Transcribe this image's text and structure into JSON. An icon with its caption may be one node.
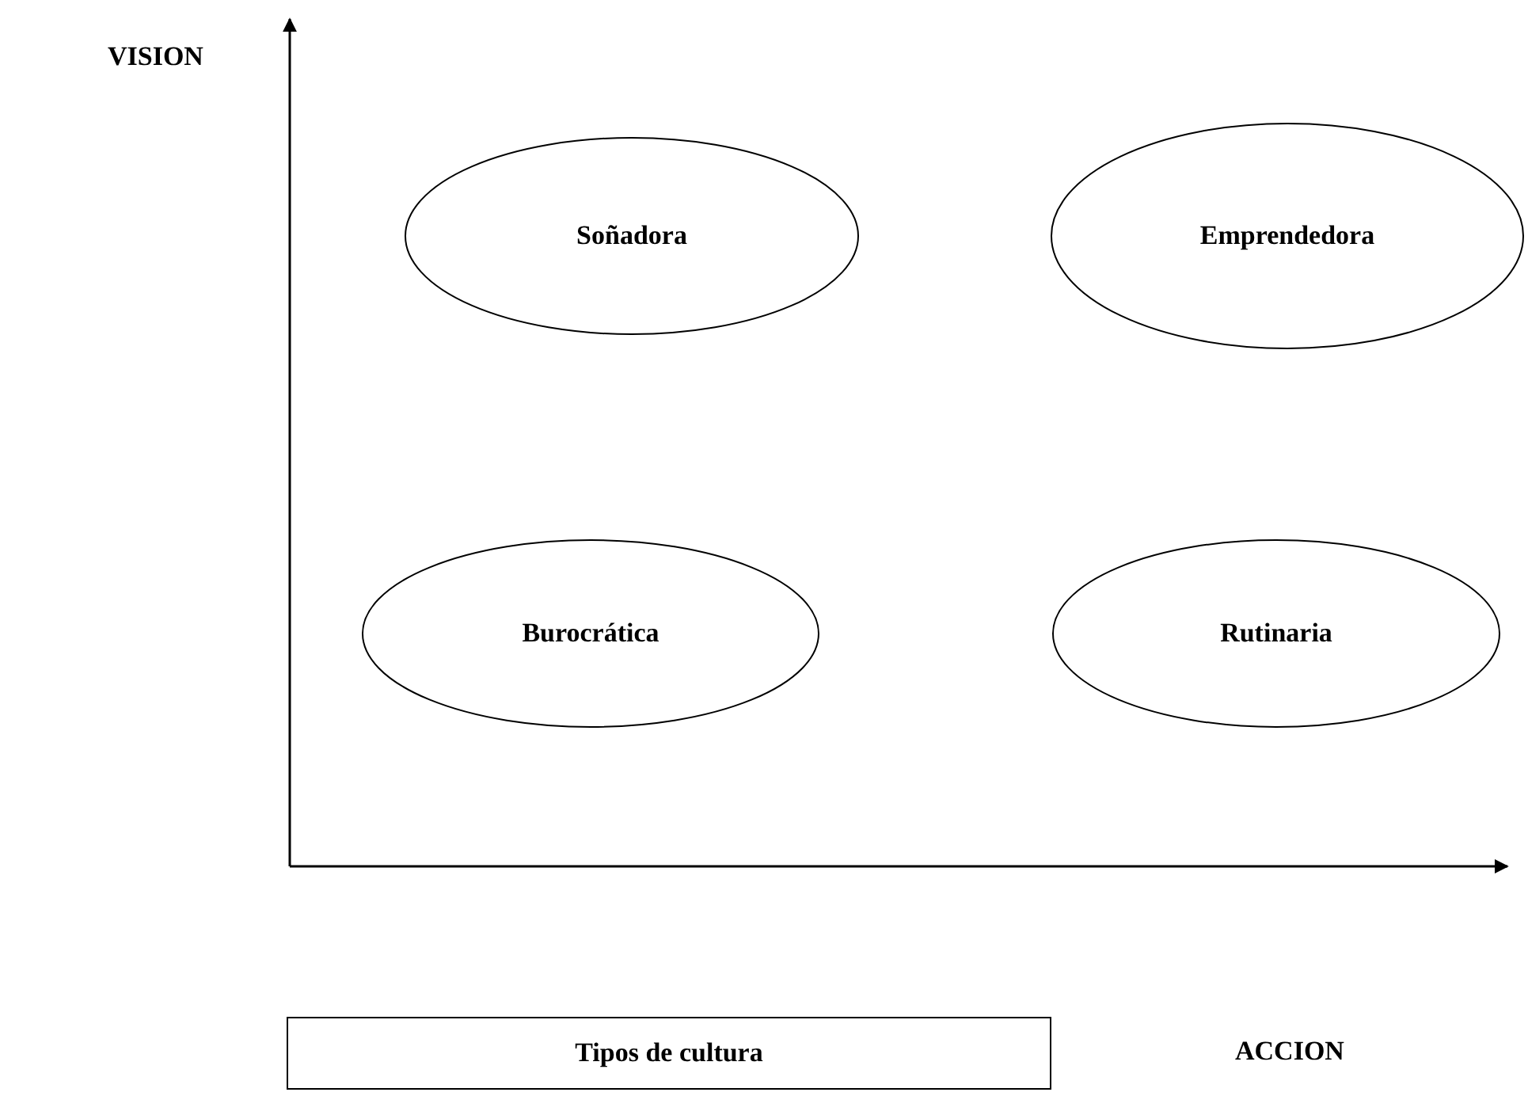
{
  "diagram": {
    "nodes": [
      {
        "text": [
          "Soñadora"
        ]
      },
      {
        "text": [
          "Emprendedora"
        ]
      },
      {
        "text": [
          "Burocrática"
        ]
      },
      {
        "text": [
          "Rutinaria"
        ]
      },
      {
        "text": [
          "Tipos de cultura"
        ]
      }
    ],
    "labels": [
      "VISION",
      "ACCION"
    ]
  }
}
